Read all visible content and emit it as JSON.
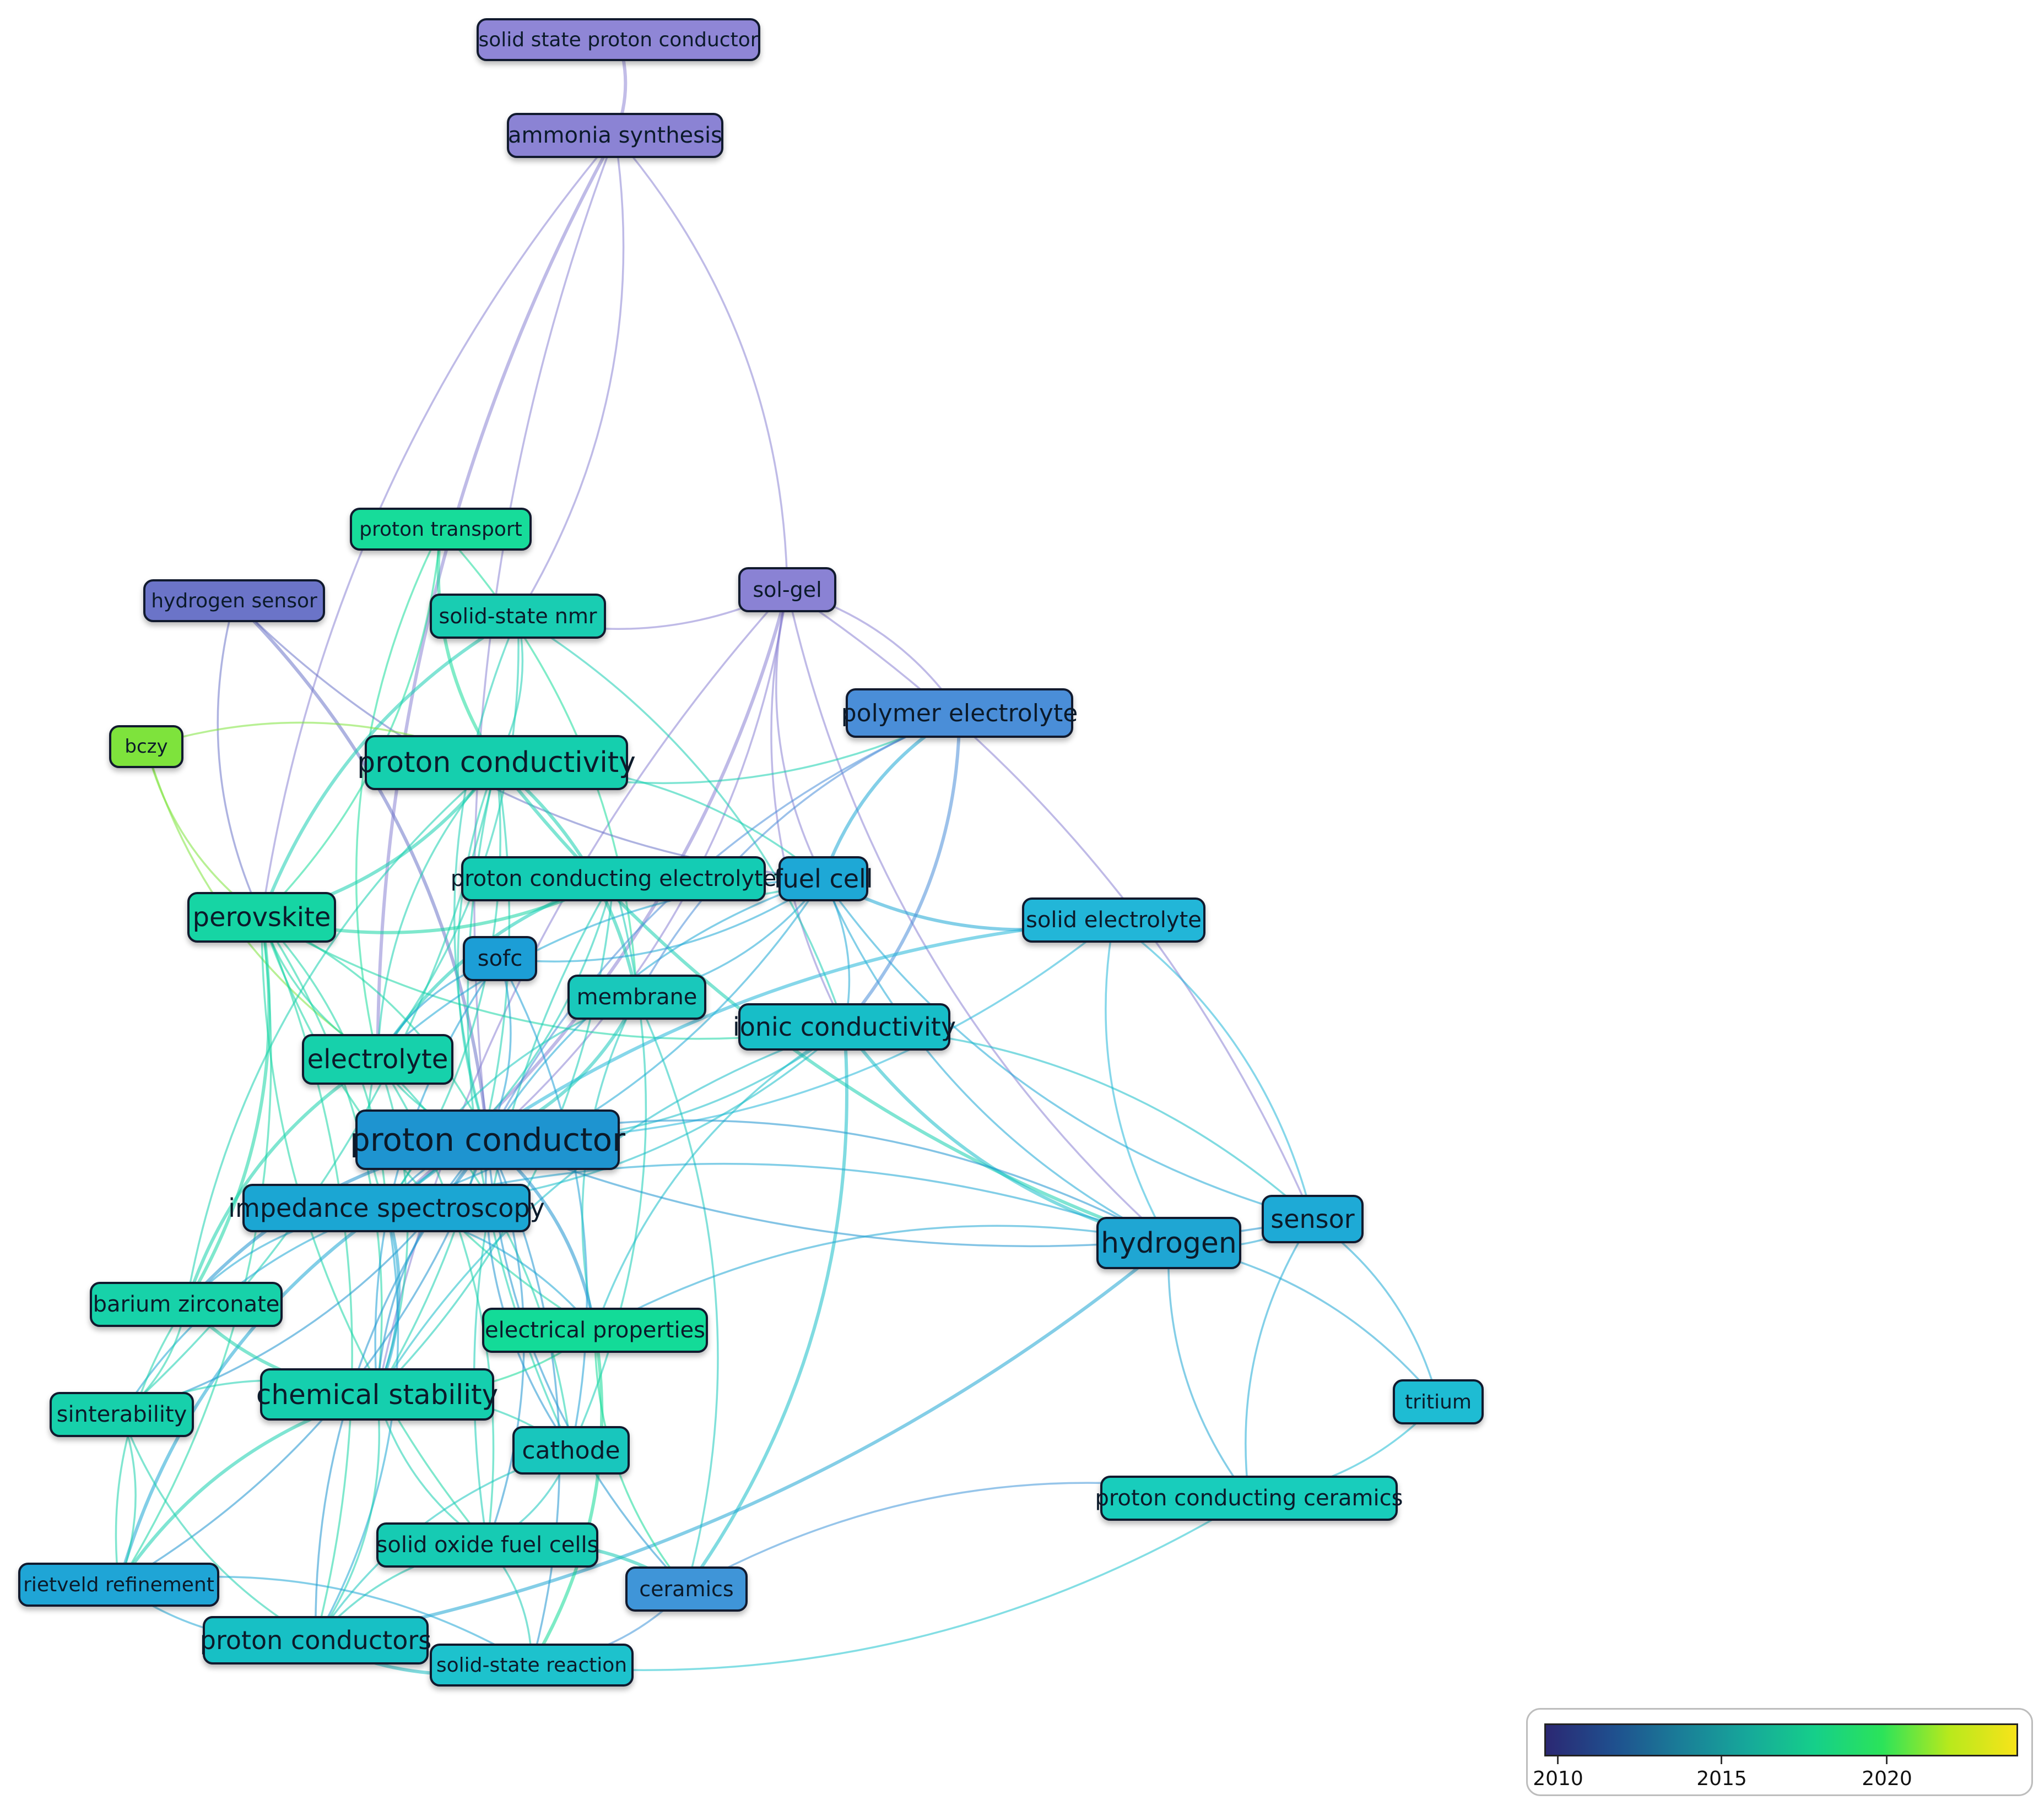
{
  "nodes": [
    {
      "id": "solid-state-proton-conductor",
      "label": "solid state proton conductor",
      "color": "#8f86d6",
      "size": 36
    },
    {
      "id": "ammonia-synthesis",
      "label": "ammonia synthesis",
      "color": "#8b83d4",
      "size": 40
    },
    {
      "id": "proton-transport",
      "label": "proton transport",
      "color": "#17dc9a",
      "size": 36
    },
    {
      "id": "hydrogen-sensor",
      "label": "hydrogen sensor",
      "color": "#6b74c8",
      "size": 36
    },
    {
      "id": "solid-state-nmr",
      "label": "solid-state nmr",
      "color": "#19cdb2",
      "size": 38
    },
    {
      "id": "sol-gel",
      "label": "sol-gel",
      "color": "#8a82d4",
      "size": 38
    },
    {
      "id": "polymer-electrolyte",
      "label": "polymer electrolyte",
      "color": "#4a8ed8",
      "size": 44
    },
    {
      "id": "bczy",
      "label": "bczy",
      "color": "#7ee33c",
      "size": 34
    },
    {
      "id": "proton-conductivity",
      "label": "proton conductivity",
      "color": "#15cfae",
      "size": 52
    },
    {
      "id": "proton-conducting-electrolyte",
      "label": "proton conducting electrolyte",
      "color": "#14ccb4",
      "size": 40
    },
    {
      "id": "fuel-cell",
      "label": "fuel cell",
      "color": "#1ea8d6",
      "size": 46
    },
    {
      "id": "perovskite",
      "label": "perovskite",
      "color": "#16d5a4",
      "size": 48
    },
    {
      "id": "solid-electrolyte",
      "label": "solid electrolyte",
      "color": "#22b6d8",
      "size": 40
    },
    {
      "id": "sofc",
      "label": "sofc",
      "color": "#1c9ed6",
      "size": 40
    },
    {
      "id": "membrane",
      "label": "membrane",
      "color": "#19c8bb",
      "size": 40
    },
    {
      "id": "ionic-conductivity",
      "label": "ionic conductivity",
      "color": "#17bec8",
      "size": 46
    },
    {
      "id": "electrolyte",
      "label": "electrolyte",
      "color": "#16d1ab",
      "size": 48
    },
    {
      "id": "proton-conductor",
      "label": "proton conductor",
      "color": "#1e94d0",
      "size": 58
    },
    {
      "id": "impedance-spectroscopy",
      "label": "impedance spectroscopy",
      "color": "#1ba6d3",
      "size": 46
    },
    {
      "id": "hydrogen",
      "label": "hydrogen",
      "color": "#1fa6d3",
      "size": 52
    },
    {
      "id": "sensor",
      "label": "sensor",
      "color": "#1eaad6",
      "size": 46
    },
    {
      "id": "barium-zirconate",
      "label": "barium zirconate",
      "color": "#17d2a9",
      "size": 40
    },
    {
      "id": "electrical-properties",
      "label": "electrical properties",
      "color": "#13db98",
      "size": 40
    },
    {
      "id": "chemical-stability",
      "label": "chemical stability",
      "color": "#15cfae",
      "size": 50
    },
    {
      "id": "sinterability",
      "label": "sinterability",
      "color": "#17d0ab",
      "size": 40
    },
    {
      "id": "cathode",
      "label": "cathode",
      "color": "#18c6bd",
      "size": 44
    },
    {
      "id": "tritium",
      "label": "tritium",
      "color": "#1ebcd3",
      "size": 36
    },
    {
      "id": "proton-conducting-ceramics",
      "label": "proton conducting ceramics",
      "color": "#18cdbc",
      "size": 40
    },
    {
      "id": "solid-oxide-fuel-cells",
      "label": "solid oxide fuel cells",
      "color": "#16cbb3",
      "size": 40
    },
    {
      "id": "rietveld-refinement",
      "label": "rietveld refinement",
      "color": "#1fa5d6",
      "size": 36
    },
    {
      "id": "ceramics",
      "label": "ceramics",
      "color": "#3f95d8",
      "size": 38
    },
    {
      "id": "proton-conductors",
      "label": "proton conductors",
      "color": "#17c0c5",
      "size": 46
    },
    {
      "id": "solid-state-reaction",
      "label": "solid-state reaction",
      "color": "#1dc2cd",
      "size": 36
    }
  ],
  "legend": {
    "tick_labels": [
      "2010",
      "2015",
      "2020"
    ],
    "gradient_colors": [
      "#2b2873",
      "#1f4f8e",
      "#1a7d98",
      "#16a89a",
      "#15cf8a",
      "#2be35a",
      "#b8e91c",
      "#f7e31a"
    ]
  }
}
